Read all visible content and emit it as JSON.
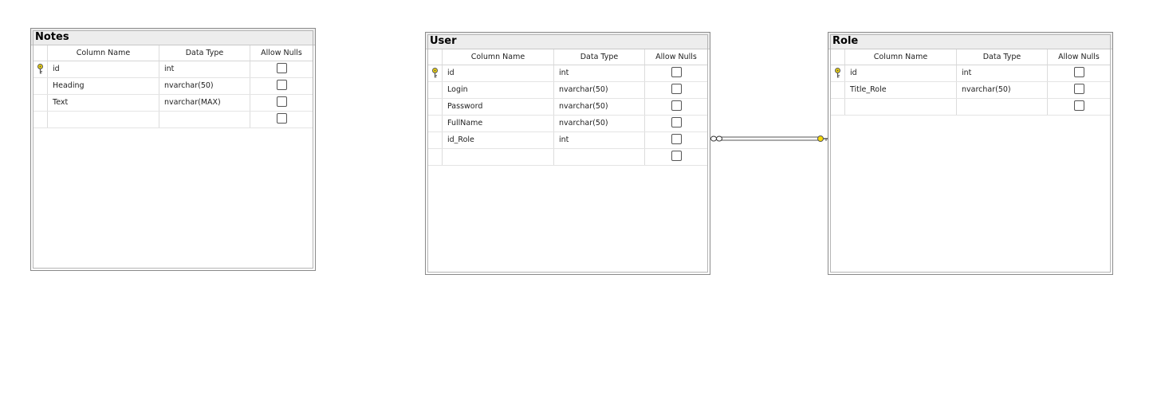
{
  "headers": {
    "column_name": "Column Name",
    "data_type": "Data Type",
    "allow_nulls": "Allow Nulls"
  },
  "tables": {
    "notes": {
      "title": "Notes",
      "rows": [
        {
          "name": "id",
          "type": "int",
          "primary_key": true,
          "allow_nulls": false
        },
        {
          "name": "Heading",
          "type": "nvarchar(50)",
          "allow_nulls": false
        },
        {
          "name": "Text",
          "type": "nvarchar(MAX)",
          "allow_nulls": false
        },
        {
          "name": "",
          "type": "",
          "allow_nulls": false
        }
      ]
    },
    "user": {
      "title": "User",
      "rows": [
        {
          "name": "id",
          "type": "int",
          "primary_key": true,
          "allow_nulls": false
        },
        {
          "name": "Login",
          "type": "nvarchar(50)",
          "allow_nulls": false
        },
        {
          "name": "Password",
          "type": "nvarchar(50)",
          "allow_nulls": false
        },
        {
          "name": "FullName",
          "type": "nvarchar(50)",
          "allow_nulls": false
        },
        {
          "name": "id_Role",
          "type": "int",
          "allow_nulls": false
        },
        {
          "name": "",
          "type": "",
          "allow_nulls": false
        }
      ]
    },
    "role": {
      "title": "Role",
      "rows": [
        {
          "name": "id",
          "type": "int",
          "primary_key": true,
          "allow_nulls": false
        },
        {
          "name": "Title_Role",
          "type": "nvarchar(50)",
          "allow_nulls": false
        },
        {
          "name": "",
          "type": "",
          "allow_nulls": false
        }
      ]
    }
  },
  "icons": {
    "primary_key": "key-icon",
    "relationship_many_end": "infinity-icon",
    "relationship_one_end": "key-icon"
  },
  "colors": {
    "key_fill": "#f5d90a",
    "title_bar": "#ededed",
    "border": "#8a8a8a"
  }
}
